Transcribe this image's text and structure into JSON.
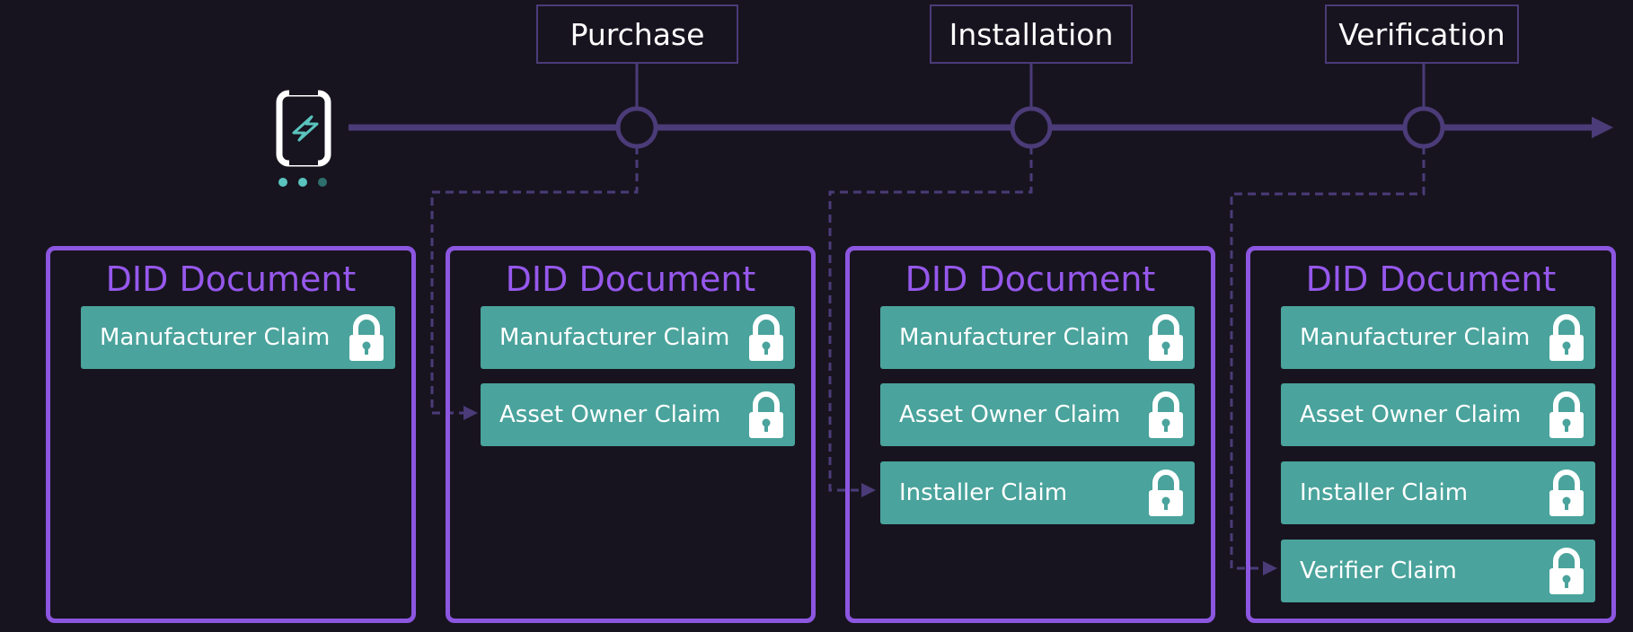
{
  "stages": [
    {
      "label": "Purchase"
    },
    {
      "label": "Installation"
    },
    {
      "label": "Verification"
    }
  ],
  "icon": {
    "name": "battery-charging-icon",
    "dots": 3
  },
  "documents": [
    {
      "title": "DID Document",
      "claims": [
        "Manufacturer Claim"
      ]
    },
    {
      "title": "DID Document",
      "claims": [
        "Manufacturer Claim",
        "Asset Owner Claim"
      ]
    },
    {
      "title": "DID Document",
      "claims": [
        "Manufacturer Claim",
        "Asset Owner Claim",
        "Installer Claim"
      ]
    },
    {
      "title": "DID Document",
      "claims": [
        "Manufacturer Claim",
        "Asset Owner Claim",
        "Installer Claim",
        "Verifier Claim"
      ]
    }
  ],
  "colors": {
    "background": "#17141f",
    "timeline": "#4b3b78",
    "document_border": "#8c56e0",
    "document_title": "#9658ec",
    "claim_fill": "#4aa39c",
    "icon_accent": "#5ac3bd"
  }
}
